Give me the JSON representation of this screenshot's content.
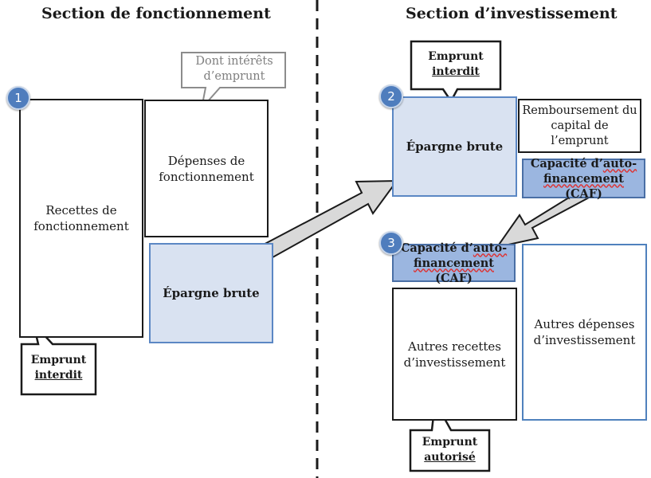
{
  "titles": {
    "left": "Section de fonctionnement",
    "right": "Section d’investissement"
  },
  "badges": {
    "one": "1",
    "two": "2",
    "three": "3"
  },
  "left": {
    "recettes": "Recettes de fonctionnement",
    "depenses": "Dépenses de fonctionnement",
    "epargne": "Épargne brute",
    "interets_callout": "Dont intérêts d’emprunt",
    "emprunt_line1": "Emprunt",
    "emprunt_line2": "interdit"
  },
  "right": {
    "emprunt_top_line1": "Emprunt",
    "emprunt_top_line2": "interdit",
    "epargne": "Épargne brute",
    "remboursement": "Remboursement du capital de l’emprunt",
    "caf_top": {
      "part1": "Capacité d’",
      "part2": "auto-",
      "part3": "financement",
      "part4": " (CAF)"
    },
    "caf_bottom": {
      "part1": "Capacité d’",
      "part2": "auto-",
      "part3": "financement",
      "part4": " (CAF)"
    },
    "autres_recettes": "Autres recettes d’investissement",
    "autres_depenses": "Autres dépenses d’investissement",
    "emprunt_bottom_line1": "Emprunt",
    "emprunt_bottom_line2": "autorisé"
  }
}
